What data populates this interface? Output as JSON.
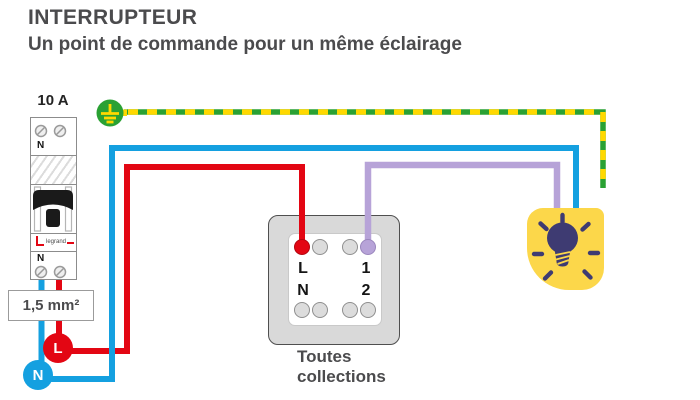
{
  "header": {
    "title": "INTERRUPTEUR",
    "subtitle": "Un point de commande pour un même éclairage"
  },
  "breaker": {
    "rating": "10 A",
    "neutral_top_label": "N",
    "neutral_bottom_label": "N",
    "brand": "legrand",
    "wire_gauge_label": "1,5 mm²"
  },
  "wire_tags": {
    "phase": "L",
    "neutral": "N"
  },
  "switch": {
    "terminal_labels": {
      "phase": "L",
      "out1": "1",
      "neutral": "N",
      "out2": "2"
    },
    "caption_line1": "Toutes",
    "caption_line2": "collections"
  },
  "colors": {
    "phase_red": "#e30613",
    "neutral_blue": "#14a0e0",
    "switched_purple": "#b7a3d8",
    "earth_green": "#2aa133",
    "earth_yellow": "#ffd800",
    "light_yellow": "#fcd74a",
    "bulb_navy": "#3e3b72",
    "text_gray": "#4b4b4d"
  }
}
